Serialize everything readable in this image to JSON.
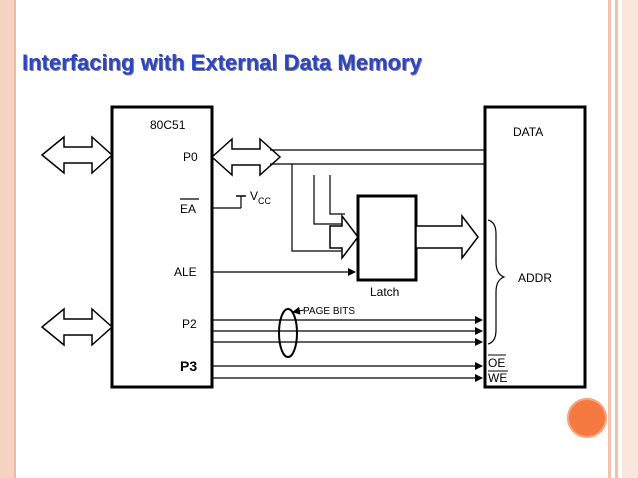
{
  "slide": {
    "title": "Interfacing with External Data Memory"
  },
  "diagram": {
    "mcu_label": "80C51",
    "pins": {
      "p0": "P0",
      "ea": "EA",
      "ale": "ALE",
      "p2": "P2",
      "p3": "P3"
    },
    "vcc_main": "V",
    "vcc_sub": "CC",
    "latch_label": "Latch",
    "page_bits_label": "PAGE BITS",
    "memory": {
      "data": "DATA",
      "addr": "ADDR",
      "oe": "OE",
      "we": "WE"
    }
  },
  "colors": {
    "title": "#2b45c6",
    "accent_orange": "#f47a42",
    "border_peach": "#f6d2c2"
  }
}
